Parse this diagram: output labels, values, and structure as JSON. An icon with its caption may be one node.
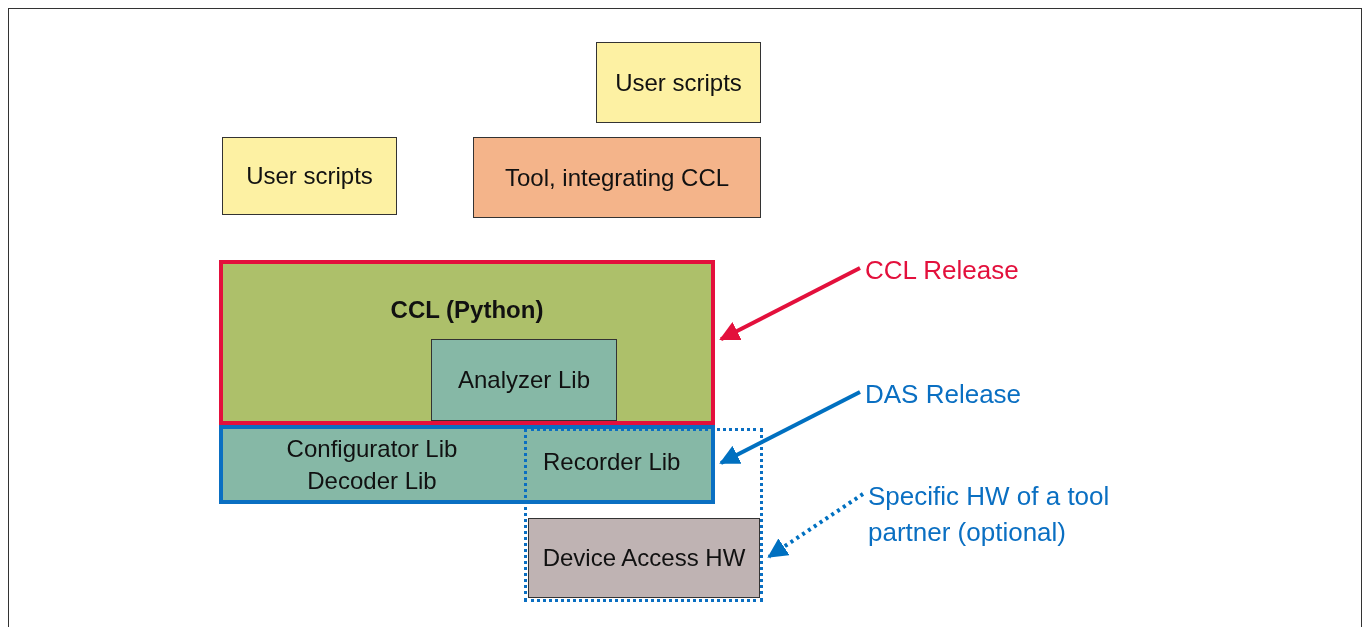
{
  "diagram": {
    "nodes": [
      {
        "text": [
          "User scripts"
        ]
      },
      {
        "text": [
          "User scripts"
        ]
      },
      {
        "text": [
          "Tool, integrating CCL"
        ]
      },
      {
        "text": [
          "CCL (Python)"
        ]
      },
      {
        "text": [
          "Analyzer Lib"
        ],
        "in": 3
      },
      {
        "text": [
          "CCL Release"
        ]
      },
      {
        "text": [
          "Configurator Lib Decoder Lib"
        ]
      },
      {
        "text": [
          "Recorder Lib"
        ]
      },
      {
        "text": [
          "DAS Release"
        ]
      },
      {
        "text": [],
        "shape": "box"
      },
      {
        "text": [
          "Device Access HW"
        ],
        "in": 9
      },
      {
        "text": [
          "Specific HW of a tool partner (optional)"
        ]
      }
    ],
    "edges": [
      {
        "from": 5,
        "to": 3,
        "arrow": "to",
        "color": "#e3103c"
      },
      {
        "from": 8,
        "to": 6,
        "arrow": "to",
        "color": "#0070c0"
      },
      {
        "from": 11,
        "to": 9,
        "arrow": "to",
        "style": "dashed",
        "color": "#0070c0"
      }
    ]
  }
}
